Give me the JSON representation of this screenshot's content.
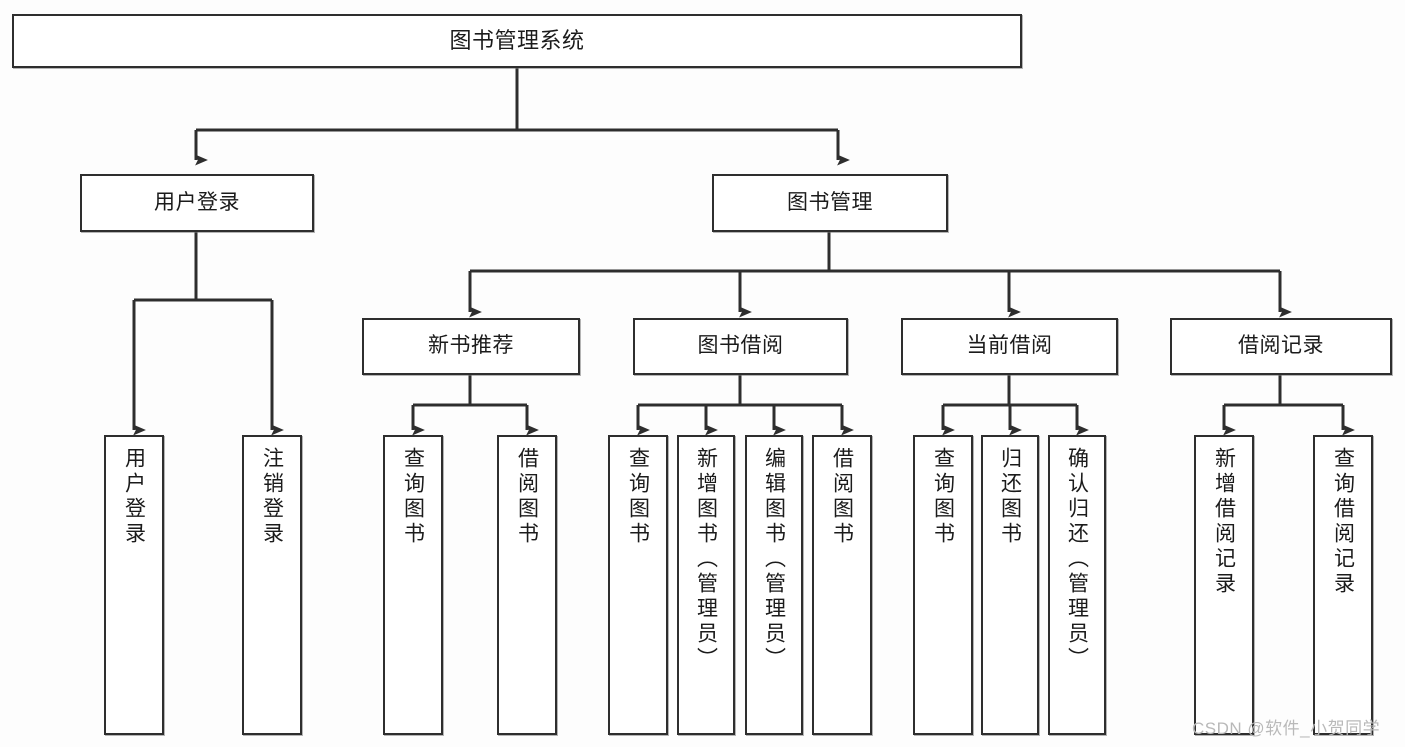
{
  "diagram": {
    "title": "图书管理系统",
    "type": "tree-hierarchy",
    "watermark": "CSDN @软件_小贺同学",
    "colors": {
      "border": "#2e2e2e",
      "background": "#ffffff",
      "text": "#1b1b1b",
      "edge": "#2e2e2e",
      "watermark": "#b9b9b9"
    },
    "nodes": {
      "root": {
        "label": "图书管理系统"
      },
      "level2": [
        {
          "id": "user-login",
          "label": "用户登录"
        },
        {
          "id": "book-manage",
          "label": "图书管理"
        }
      ],
      "level3": [
        {
          "id": "new-book-recommend",
          "label": "新书推荐"
        },
        {
          "id": "book-borrow",
          "label": "图书借阅"
        },
        {
          "id": "current-borrow",
          "label": "当前借阅"
        },
        {
          "id": "borrow-record",
          "label": "借阅记录"
        }
      ],
      "leaves": {
        "user_login": [
          {
            "id": "leaf-user-login",
            "label": "用户登录"
          },
          {
            "id": "leaf-logout-login",
            "label": "注销登录"
          }
        ],
        "new_book_recommend": [
          {
            "id": "leaf-query-book-1",
            "label": "查询图书"
          },
          {
            "id": "leaf-borrow-book-1",
            "label": "借阅图书"
          }
        ],
        "book_borrow": [
          {
            "id": "leaf-query-book-2",
            "label": "查询图书"
          },
          {
            "id": "leaf-add-book",
            "label": "新增图书（管理员）"
          },
          {
            "id": "leaf-edit-book",
            "label": "编辑图书（管理员）"
          },
          {
            "id": "leaf-borrow-book-2",
            "label": "借阅图书"
          }
        ],
        "current_borrow": [
          {
            "id": "leaf-query-book-3",
            "label": "查询图书"
          },
          {
            "id": "leaf-return-book",
            "label": "归还图书"
          },
          {
            "id": "leaf-confirm-return",
            "label": "确认归还（管理员）"
          }
        ],
        "borrow_record": [
          {
            "id": "leaf-add-borrow-record",
            "label": "新增借阅记录"
          },
          {
            "id": "leaf-query-borrow-record",
            "label": "查询借阅记录"
          }
        ]
      }
    }
  }
}
